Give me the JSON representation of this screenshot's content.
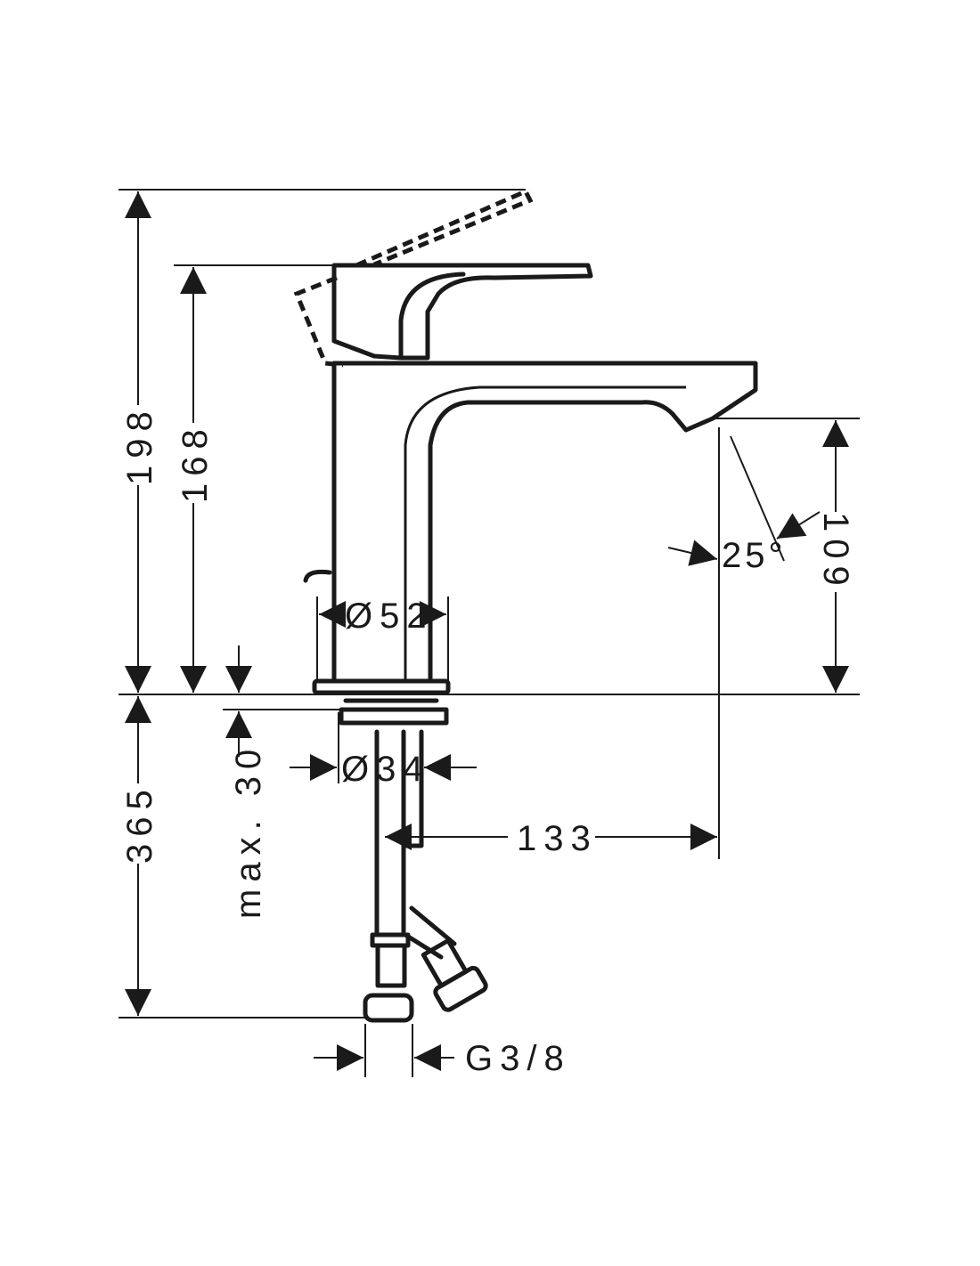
{
  "dimensions": {
    "total_height": "198",
    "body_height": "168",
    "below_deck": "365",
    "max_deck": "max. 30",
    "body_diameter": "Ø52",
    "shank_diameter": "Ø34",
    "spout_reach": "133",
    "spout_height": "109",
    "spout_angle": "25°",
    "connection": "G3/8"
  },
  "colors": {
    "line": "#1a1a1a",
    "background": "#ffffff"
  }
}
